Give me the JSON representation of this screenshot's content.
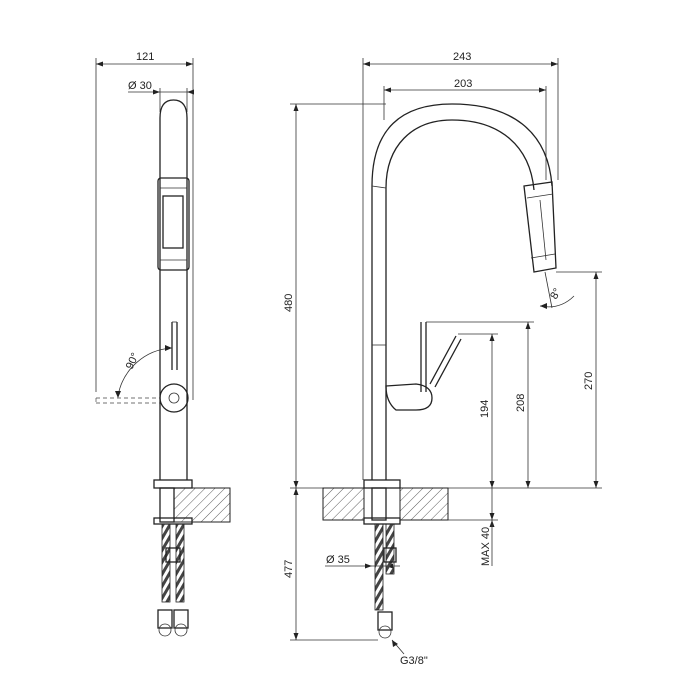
{
  "dimensions": {
    "side_width": "121",
    "side_diameter": "Ø 30",
    "front_width": "243",
    "spout_reach": "203",
    "total_height": "480",
    "spray_angle": "8°",
    "lever_angle": "90°",
    "spout_height": "270",
    "lever_height_high": "208",
    "lever_height_low": "194",
    "max_thickness": "MAX 40",
    "under_length": "477",
    "base_diameter": "Ø 35",
    "thread": "G3/8\""
  },
  "colors": {
    "line": "#222222",
    "background": "#ffffff"
  }
}
